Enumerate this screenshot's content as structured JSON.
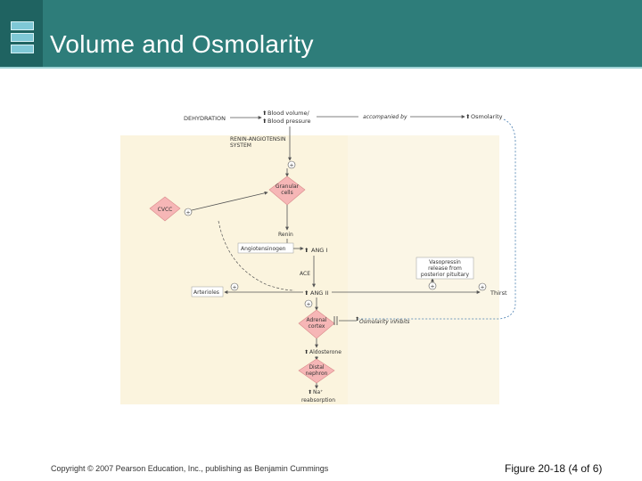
{
  "header": {
    "title": "Volume and Osmolarity",
    "accent_color": "#2e7d7a",
    "icon": "stack-icon"
  },
  "diagram": {
    "dehydration": "DEHYDRATION",
    "blood_volume": "Blood volume/",
    "blood_pressure": "Blood pressure",
    "accompanied_by": "accompanied by",
    "osmolarity": "Osmolarity",
    "ras_line1": "RENIN-ANGIOTENSIN",
    "ras_line2": "SYSTEM",
    "granular_line1": "Granular",
    "granular_line2": "cells",
    "cvcc": "CVCC",
    "renin": "Renin",
    "angiotensinogen": "Angiotensinogen",
    "ang1": "ANG I",
    "ace": "ACE",
    "arterioles": "Arterioles",
    "ang2": "ANG II",
    "vaso_line1": "Vasopressin",
    "vaso_line2": "release from",
    "vaso_line3": "posterior pituitary",
    "thirst": "Thirst",
    "adrenal_line1": "Adrenal",
    "adrenal_line2": "cortex",
    "inhibits": "Osmolarity inhibits",
    "aldosterone": "Aldosterone",
    "distal_line1": "Distal",
    "distal_line2": "nephron",
    "na_line1": "Na⁺",
    "na_line2": "reabsorption",
    "plus": "+",
    "up_arrow": "⬆",
    "pink": "#f6b6b6",
    "yellow": "#fbf4de"
  },
  "footer": {
    "copyright": "Copyright © 2007 Pearson Education, Inc., publishing as Benjamin Cummings",
    "figure": "Figure 20-18 (4 of 6)"
  }
}
